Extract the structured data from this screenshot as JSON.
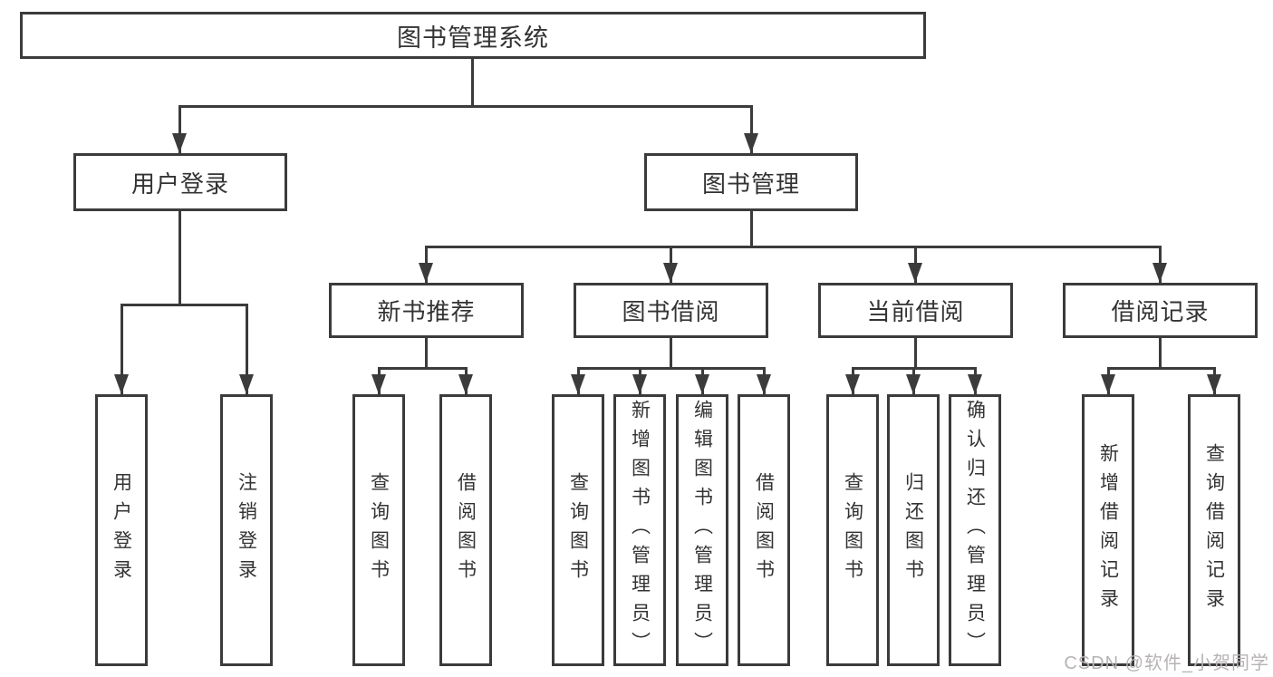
{
  "tree": {
    "label": "图书管理系统",
    "children": [
      {
        "label": "用户登录",
        "children": [
          {
            "label": "用户登录"
          },
          {
            "label": "注销登录"
          }
        ]
      },
      {
        "label": "图书管理",
        "children": [
          {
            "label": "新书推荐",
            "children": [
              {
                "label": "查询图书"
              },
              {
                "label": "借阅图书"
              }
            ]
          },
          {
            "label": "图书借阅",
            "children": [
              {
                "label": "查询图书"
              },
              {
                "label": "新增图书（管理员）"
              },
              {
                "label": "编辑图书（管理员）"
              },
              {
                "label": "借阅图书"
              }
            ]
          },
          {
            "label": "当前借阅",
            "children": [
              {
                "label": "查询图书"
              },
              {
                "label": "归还图书"
              },
              {
                "label": "确认归还（管理员）"
              }
            ]
          },
          {
            "label": "借阅记录",
            "children": [
              {
                "label": "新增借阅记录"
              },
              {
                "label": "查询借阅记录"
              }
            ]
          }
        ]
      }
    ]
  },
  "watermark": {
    "text": "CSDN @软件_小贺同学",
    "color": "#b7b3b3"
  },
  "colors": {
    "border": "#3b3b3b",
    "text": "#333333",
    "background": "#ffffff"
  }
}
